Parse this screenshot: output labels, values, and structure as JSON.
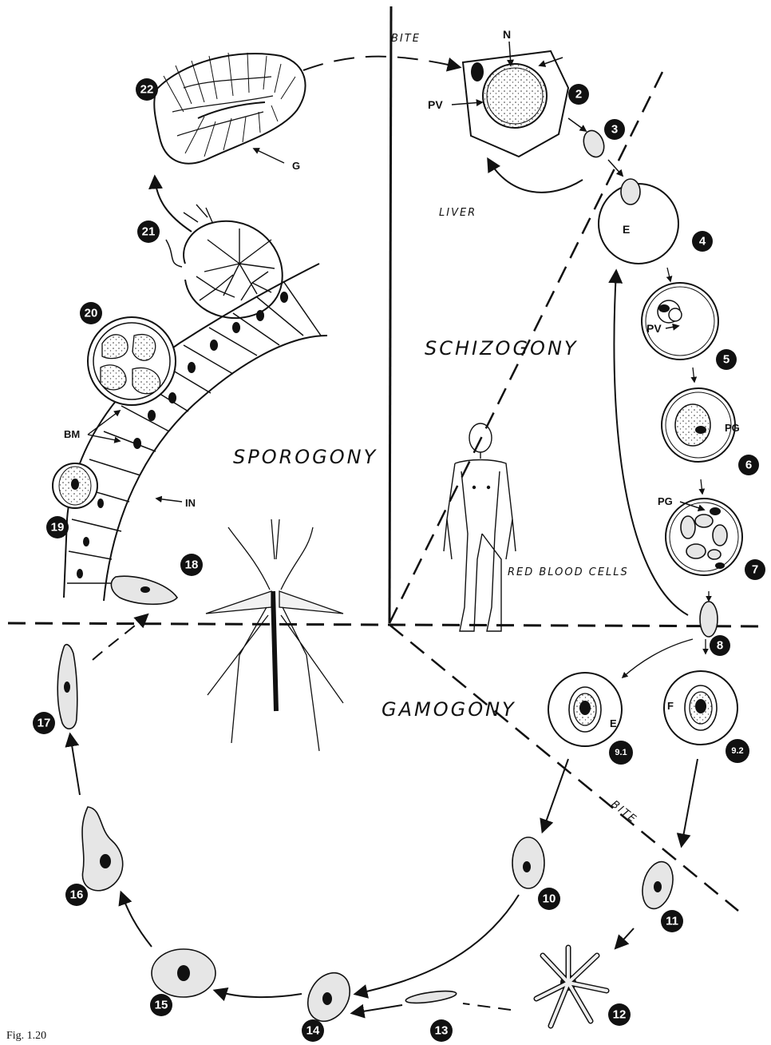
{
  "figure": {
    "caption": "Fig. 1.20"
  },
  "phases": {
    "schizogony": "SCHIZOGONY",
    "sporogony": "SPOROGONY",
    "gamogony": "GAMOGONY"
  },
  "places": {
    "liver": "LIVER",
    "red_blood_cells": "RED BLOOD CELLS",
    "bite_top": "BITE",
    "bite_bottom": "BITE"
  },
  "labels": {
    "N": "N",
    "PV_liver": "PV",
    "PV_rbc": "PV",
    "E4": "E",
    "PG6": "PG",
    "PG7": "PG",
    "E91": "E",
    "F92": "F",
    "G": "G",
    "BM": "BM",
    "IN": "IN"
  },
  "stages": [
    "2",
    "3",
    "4",
    "5",
    "6",
    "7",
    "8",
    "9.1",
    "9.2",
    "10",
    "11",
    "12",
    "13",
    "14",
    "15",
    "16",
    "17",
    "18",
    "19",
    "20",
    "21",
    "22"
  ]
}
